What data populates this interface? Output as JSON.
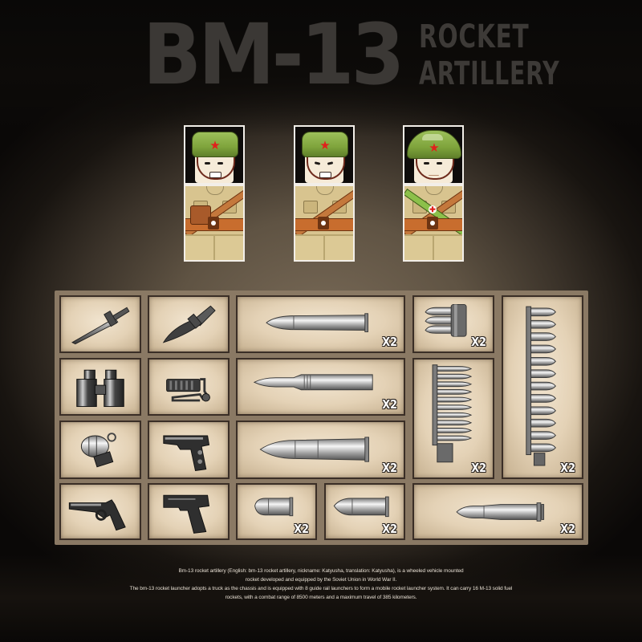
{
  "title": {
    "model": "BM-13",
    "line1": "ROCKET",
    "line2": "ARTILLERY"
  },
  "colors": {
    "title": "#3b3835",
    "box_border": "#3a2e26",
    "box_fill": "#f1e4cf",
    "grid_gap": "#8a7964",
    "helmet_green": "#7fa43c",
    "star_red": "#e0211b",
    "uniform_tan": "#d8c48f"
  },
  "minifigures": [
    {
      "name": "Soldier with ammo pouch",
      "helmet": "ushanka-style helmet",
      "expression": "shouting",
      "insignia": "red-star-icon"
    },
    {
      "name": "Soldier with rifle sling",
      "helmet": "ushanka-style helmet",
      "expression": "gritting teeth",
      "insignia": "red-star-icon"
    },
    {
      "name": "Medic soldier",
      "helmet": "round SSh helmet",
      "expression": "calm",
      "insignia": "red-star-icon"
    }
  ],
  "accessories": [
    {
      "id": "bayonet-spike",
      "icon": "bayonet-icon",
      "qty": ""
    },
    {
      "id": "combat-knife",
      "icon": "knife-icon",
      "qty": ""
    },
    {
      "id": "rifle-cartridge-long",
      "icon": "cartridge-icon",
      "qty": "X2"
    },
    {
      "id": "stripper-clip",
      "icon": "stripper-clip-icon",
      "qty": "X2"
    },
    {
      "id": "ammo-belt-long",
      "icon": "ammo-belt-icon",
      "qty": "X2"
    },
    {
      "id": "binoculars",
      "icon": "binoculars-icon",
      "qty": ""
    },
    {
      "id": "rifle-sight",
      "icon": "sight-icon",
      "qty": ""
    },
    {
      "id": "pointed-cartridge",
      "icon": "cartridge-icon",
      "qty": "X2"
    },
    {
      "id": "ammo-magazine-strip",
      "icon": "ammo-strip-icon",
      "qty": "X2"
    },
    {
      "id": "hand-grenade",
      "icon": "grenade-icon",
      "qty": ""
    },
    {
      "id": "semi-auto-pistol",
      "icon": "pistol-icon",
      "qty": ""
    },
    {
      "id": "shell-cartridge-large",
      "icon": "shell-icon",
      "qty": "X2"
    },
    {
      "id": "revolver",
      "icon": "revolver-icon",
      "qty": ""
    },
    {
      "id": "modern-pistol",
      "icon": "pistol-icon",
      "qty": ""
    },
    {
      "id": "pistol-round",
      "icon": "bullet-icon",
      "qty": "X2"
    },
    {
      "id": "rifle-round",
      "icon": "bullet-icon",
      "qty": "X2"
    },
    {
      "id": "tank-shell",
      "icon": "shell-icon",
      "qty": "X2"
    }
  ],
  "description": {
    "line1": "Bm-13 rocket artillery (English: bm-13 rocket artillery, nickname: Katyusha, translation: Katyusha), is a wheeled vehicle mounted",
    "line2": "rocket developed and equipped by the Soviet Union in World War II.",
    "line3": "The bm-13 rocket launcher adopts a truck as the chassis and is equipped with 8 guide rail launchers to form a mobile rocket launcher system. It can carry 16 M-13 solid fuel",
    "line4": "rockets, with a combat range of 8500 meters and a maximum travel of 385 kilometers."
  }
}
